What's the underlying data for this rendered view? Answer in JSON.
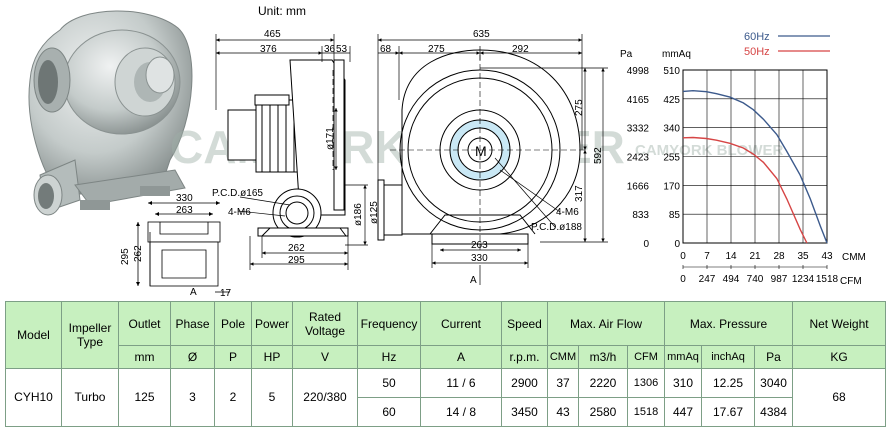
{
  "unit_label": "Unit: mm",
  "watermark": "CAMYORK BLOWER",
  "watermark_small": "CAMYORK BLOWER",
  "dims": {
    "front_d465": "465",
    "front_d376": "376",
    "front_d36": "36",
    "front_d53": "53",
    "front_d171": "ø171",
    "front_pcd165": "P.C.D.ø165",
    "front_4m6": "4-M6",
    "front_d186": "ø186",
    "front_d125": "ø125",
    "front_d262": "262",
    "front_d295": "295",
    "side_d635": "635",
    "side_d68": "68",
    "side_d275": "275",
    "side_d292": "292",
    "side_r275": "275",
    "side_r592": "592",
    "side_r317": "317",
    "side_4m6": "4-M6",
    "side_pcd188": "P.C.D.ø188",
    "side_d263": "263",
    "side_d330": "330",
    "side_A": "A",
    "foot_d330": "330",
    "foot_d263": "263",
    "foot_d295": "295",
    "foot_d262": "262",
    "foot_A": "A",
    "foot_d17": "17"
  },
  "chart_data": {
    "type": "line",
    "y_left_label": "Pa",
    "y_right_label": "mmAq",
    "y_left_ticks": [
      "4998",
      "4165",
      "3332",
      "2423",
      "1666",
      "833",
      "0"
    ],
    "y_right_ticks": [
      "510",
      "425",
      "340",
      "255",
      "170",
      "85",
      "0"
    ],
    "x_top_label": "CMM",
    "x_top_ticks": [
      "0",
      "7",
      "14",
      "21",
      "28",
      "35",
      "43"
    ],
    "x_bottom_label": "CFM",
    "x_bottom_ticks": [
      "0",
      "247",
      "494",
      "740",
      "987",
      "1234",
      "1518"
    ],
    "xlim": [
      0,
      43
    ],
    "ylim": [
      0,
      510
    ],
    "grid": true,
    "legend_position": "top-right",
    "series": [
      {
        "name": "60Hz",
        "color": "#3c5a8c",
        "x": [
          0,
          3,
          7,
          10,
          14,
          18,
          21,
          24,
          28,
          31,
          35,
          38,
          41,
          43
        ],
        "y": [
          447,
          449,
          446,
          440,
          430,
          413,
          393,
          365,
          320,
          270,
          200,
          130,
          50,
          0
        ]
      },
      {
        "name": "50Hz",
        "color": "#d64545",
        "x": [
          0,
          3,
          7,
          10,
          14,
          18,
          21,
          24,
          28,
          31,
          35,
          37
        ],
        "y": [
          310,
          311,
          308,
          303,
          294,
          280,
          262,
          238,
          190,
          130,
          40,
          0
        ]
      }
    ]
  },
  "table": {
    "headers": {
      "model": "Model",
      "impeller": "Impeller Type",
      "outlet": "Outlet",
      "phase": "Phase",
      "pole": "Pole",
      "power": "Power",
      "voltage": "Rated Voltage",
      "frequency": "Frequency",
      "current": "Current",
      "speed": "Speed",
      "airflow": "Max. Air Flow",
      "pressure": "Max. Pressure",
      "weight": "Net Weight"
    },
    "units": {
      "outlet": "mm",
      "phase": "Ø",
      "pole": "P",
      "power": "HP",
      "voltage": "V",
      "frequency": "Hz",
      "current": "A",
      "speed": "r.p.m.",
      "cmm": "CMM",
      "m3h": "m3/h",
      "cfm": "CFM",
      "mmaq": "mmAq",
      "inchaq": "inchAq",
      "pa": "Pa",
      "kg": "KG"
    },
    "model": "CYH10",
    "impeller": "Turbo",
    "outlet": "125",
    "phase": "3",
    "pole": "2",
    "power": "5",
    "voltage": "220/380",
    "weight": "68",
    "rows": [
      {
        "frequency": "50",
        "current": "11 / 6",
        "speed": "2900",
        "cmm": "37",
        "m3h": "2220",
        "cfm": "1306",
        "mmaq": "310",
        "inchaq": "12.25",
        "pa": "3040"
      },
      {
        "frequency": "60",
        "current": "14 / 8",
        "speed": "3450",
        "cmm": "43",
        "m3h": "2580",
        "cfm": "1518",
        "mmaq": "447",
        "inchaq": "17.67",
        "pa": "4384"
      }
    ]
  }
}
